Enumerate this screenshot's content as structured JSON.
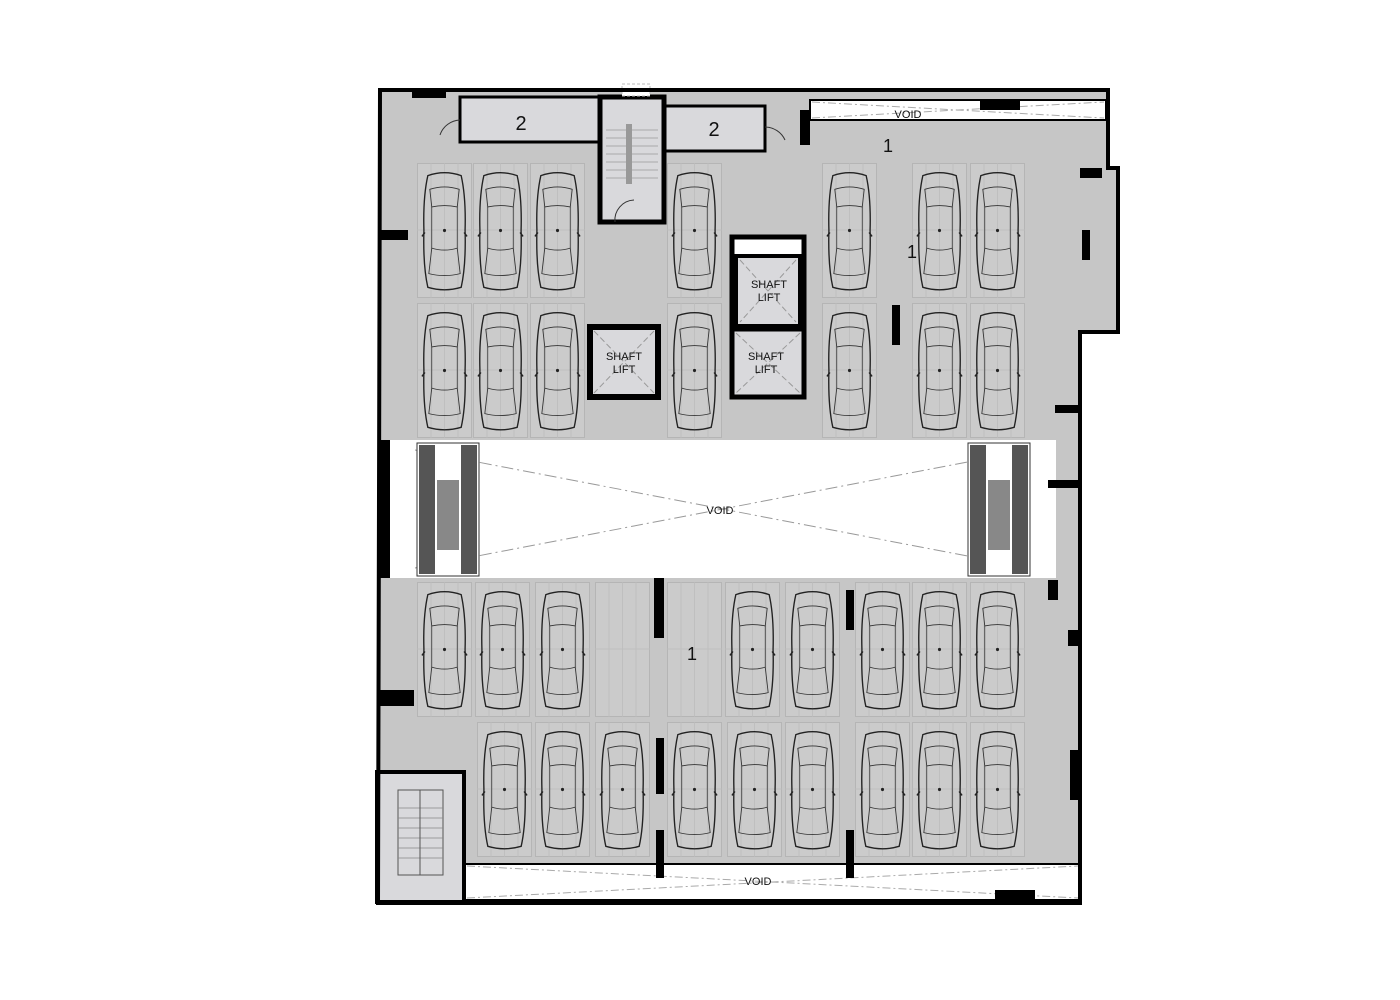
{
  "plan": {
    "rooms": [
      {
        "label": "2"
      },
      {
        "label": "2"
      }
    ],
    "zones": [
      {
        "label": "1"
      },
      {
        "label": "1"
      },
      {
        "label": "1"
      }
    ],
    "voids": [
      {
        "label": "VOID"
      },
      {
        "label": "VOID"
      },
      {
        "label": "VOID"
      }
    ],
    "shafts": [
      {
        "line1": "SHAFT",
        "line2": "LIFT"
      },
      {
        "line1": "SHAFT",
        "line2": "LIFT"
      },
      {
        "line1": "SHAFT",
        "line2": "LIFT"
      }
    ],
    "colors": {
      "floor": "#c6c6c6",
      "room": "#d9d9dc",
      "wall": "#000000",
      "void": "#ffffff",
      "stall": "#cfcfcf"
    }
  }
}
